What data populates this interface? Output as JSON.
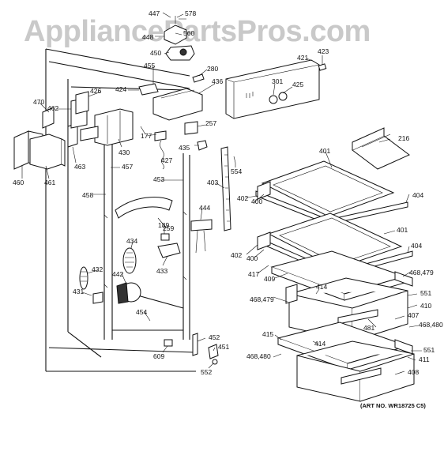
{
  "watermark": "AppliancePartsPros.com",
  "art_number": "(ART NO. WR18725 C5)",
  "callouts": {
    "c447": "447",
    "c578": "578",
    "c560": "560",
    "c448": "448",
    "c450": "450",
    "c280": "280",
    "c421": "421",
    "c423": "423",
    "c455": "455",
    "c436": "436",
    "c301": "301",
    "c425": "425",
    "c424": "424",
    "c426": "426",
    "c470": "470",
    "c462": "462",
    "c257": "257",
    "c177": "177",
    "c430": "430",
    "c435": "435",
    "c427": "427",
    "c216": "216",
    "c401a": "401",
    "c463": "463",
    "c457": "457",
    "c554": "554",
    "c460": "460",
    "c461": "461",
    "c453": "453",
    "c403": "403",
    "c404a": "404",
    "c458": "458",
    "c402a": "402",
    "c400a": "400",
    "c444": "444",
    "c259": "259",
    "c189": "189",
    "c401b": "401",
    "c434": "434",
    "c404b": "404",
    "c402b": "402",
    "c400b": "400",
    "c433": "433",
    "c468_479a": "468,479",
    "c417": "417",
    "c409": "409",
    "c432": "432",
    "c414a": "414",
    "c442": "442",
    "c551a": "551",
    "c468_479b": "468,479",
    "c431": "431",
    "c410": "410",
    "c454": "454",
    "c407": "407",
    "c481": "481",
    "c468_480a": "468,480",
    "c415": "415",
    "c452": "452",
    "c414b": "414",
    "c451": "451",
    "c551b": "551",
    "c609": "609",
    "c468_480b": "468,480",
    "c411": "411",
    "c552": "552",
    "c408": "408"
  }
}
